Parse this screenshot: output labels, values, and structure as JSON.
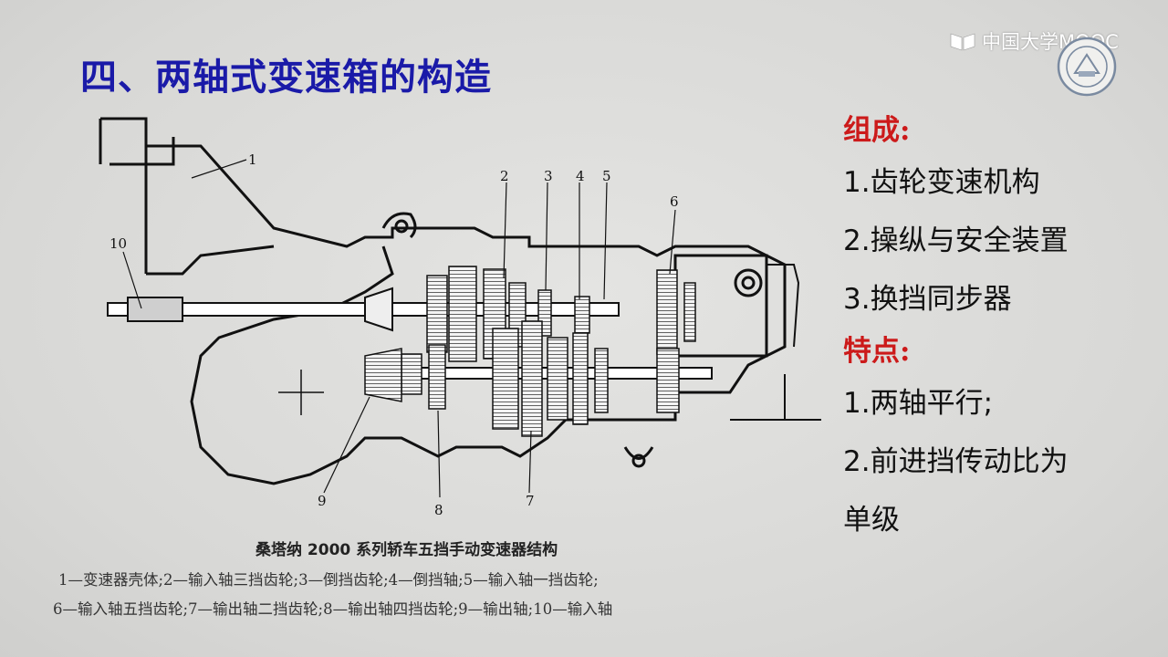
{
  "title": "四、两轴式变速箱的构造",
  "logo_text": "中国大学MOOC",
  "right_panel": {
    "composition_heading": "组成:",
    "composition_items": [
      "1.齿轮变速机构",
      "2.操纵与安全装置",
      "3.换挡同步器"
    ],
    "features_heading": "特点:",
    "features_items": [
      "1.两轴平行;",
      "2.前进挡传动比为",
      "单级"
    ]
  },
  "diagram": {
    "callouts": [
      "1",
      "2",
      "3",
      "4",
      "5",
      "6",
      "7",
      "8",
      "9",
      "10"
    ],
    "caption": "桑塔纳 2000 系列轿车五挡手动变速器结构",
    "legend_line1": "1—变速器壳体;2—输入轴三挡齿轮;3—倒挡齿轮;4—倒挡轴;5—输入轴一挡齿轮;",
    "legend_line2": "6—输入轴五挡齿轮;7—输出轴二挡齿轮;8—输出轴四挡齿轮;9—输出轴;10—输入轴"
  },
  "colors": {
    "title": "#1a1aa8",
    "heading": "#cc1a1a",
    "text": "#111111"
  }
}
